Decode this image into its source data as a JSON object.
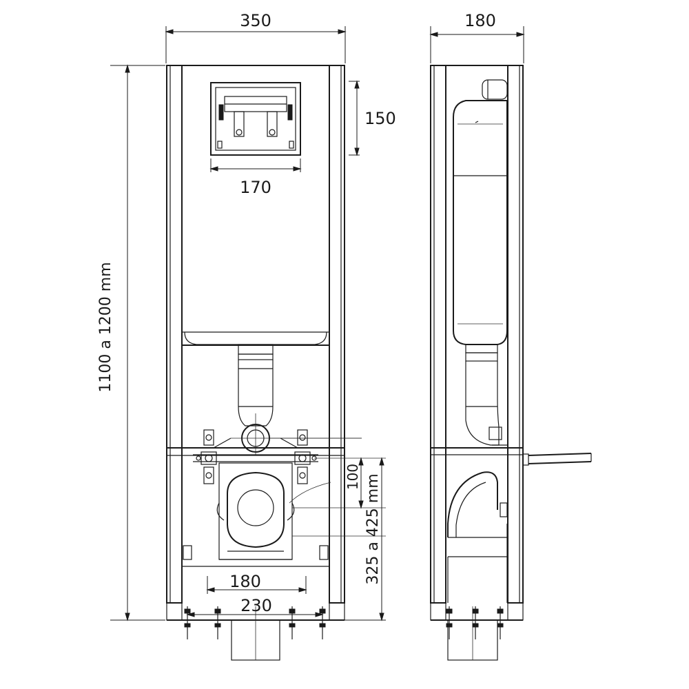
{
  "dimensions": {
    "front_width": "350",
    "side_depth": "180",
    "panel_height": "150",
    "panel_width": "170",
    "frame_height": "1100 a 1200 mm",
    "bolt_height": "100",
    "drain_height": "325 a 425 mm",
    "foot_spacing_inner": "180",
    "foot_spacing_outer": "230"
  },
  "colors": {
    "line": "#1a1a1a",
    "background": "#ffffff"
  }
}
